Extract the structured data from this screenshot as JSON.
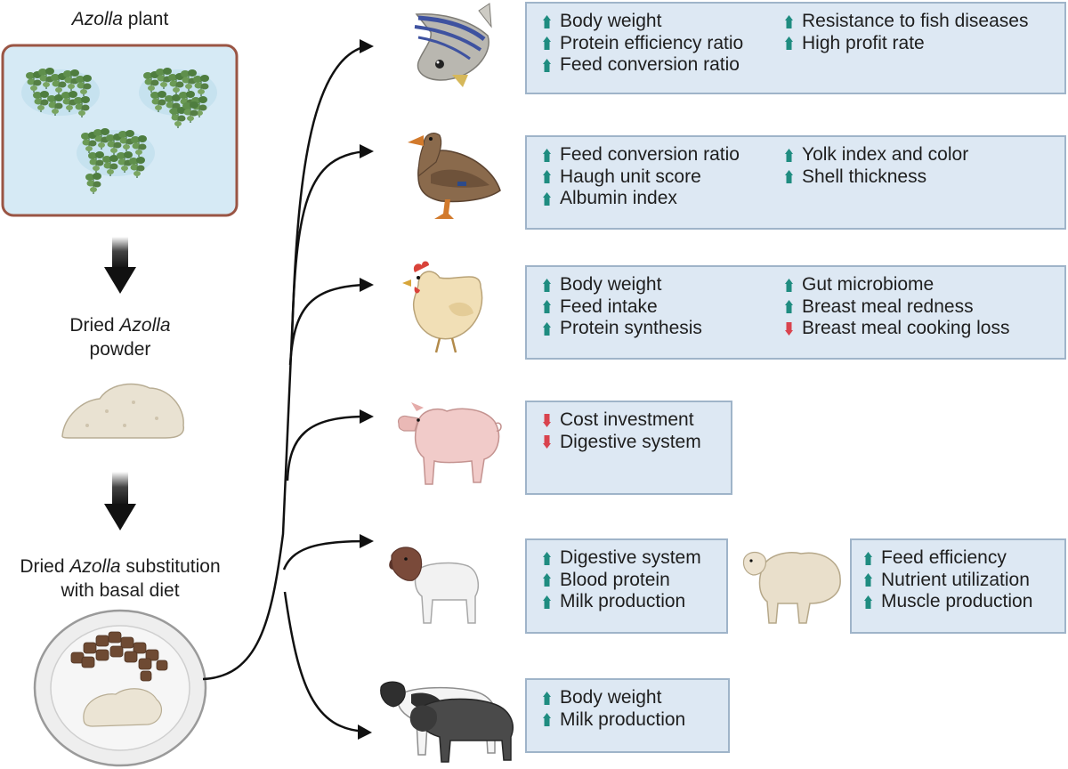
{
  "source": {
    "plant_label_italic": "Azolla",
    "plant_label_rest": " plant",
    "powder_label_line1_plain": "Dried ",
    "powder_label_line1_italic": "Azolla",
    "powder_label_line2": "powder",
    "diet_label_line1_plain": "Dried ",
    "diet_label_line1_italic": "Azolla",
    "diet_label_line1_rest": " substitution",
    "diet_label_line2": "with basal diet"
  },
  "colors": {
    "up_arrow": "#1f8c80",
    "down_arrow": "#d9434e",
    "box_fill": "#dde8f3",
    "box_border": "#9fb4c9",
    "pond_water": "#d6eaf5",
    "pond_border": "#9a5544"
  },
  "animals": [
    {
      "name": "fish",
      "columns": [
        [
          {
            "text": "Body weight",
            "dir": "up"
          },
          {
            "text": "Protein efficiency ratio",
            "dir": "up"
          },
          {
            "text": "Feed conversion ratio",
            "dir": "up"
          }
        ],
        [
          {
            "text": "Resistance to fish diseases",
            "dir": "up"
          },
          {
            "text": "High profit rate",
            "dir": "up"
          }
        ]
      ]
    },
    {
      "name": "duck",
      "columns": [
        [
          {
            "text": "Feed conversion ratio",
            "dir": "up"
          },
          {
            "text": "Haugh unit score",
            "dir": "up"
          },
          {
            "text": "Albumin index",
            "dir": "up"
          }
        ],
        [
          {
            "text": "Yolk index and color",
            "dir": "up"
          },
          {
            "text": "Shell thickness",
            "dir": "up"
          }
        ]
      ]
    },
    {
      "name": "chicken",
      "columns": [
        [
          {
            "text": "Body weight",
            "dir": "up"
          },
          {
            "text": "Feed intake",
            "dir": "up"
          },
          {
            "text": "Protein synthesis",
            "dir": "up"
          }
        ],
        [
          {
            "text": "Gut microbiome",
            "dir": "up"
          },
          {
            "text": "Breast meal redness",
            "dir": "up"
          },
          {
            "text": "Breast meal cooking loss",
            "dir": "down"
          }
        ]
      ]
    },
    {
      "name": "pig",
      "columns": [
        [
          {
            "text": "Cost investment",
            "dir": "down"
          },
          {
            "text": "Digestive system",
            "dir": "down"
          }
        ]
      ]
    },
    {
      "name": "goat",
      "columns": [
        [
          {
            "text": "Digestive system",
            "dir": "up"
          },
          {
            "text": "Blood protein",
            "dir": "up"
          },
          {
            "text": "Milk production",
            "dir": "up"
          }
        ]
      ]
    },
    {
      "name": "sheep",
      "columns": [
        [
          {
            "text": "Feed efficiency",
            "dir": "up"
          },
          {
            "text": "Nutrient utilization",
            "dir": "up"
          },
          {
            "text": "Muscle production",
            "dir": "up"
          }
        ]
      ]
    },
    {
      "name": "cattle",
      "columns": [
        [
          {
            "text": "Body weight",
            "dir": "up"
          },
          {
            "text": "Milk production",
            "dir": "up"
          }
        ]
      ]
    }
  ]
}
